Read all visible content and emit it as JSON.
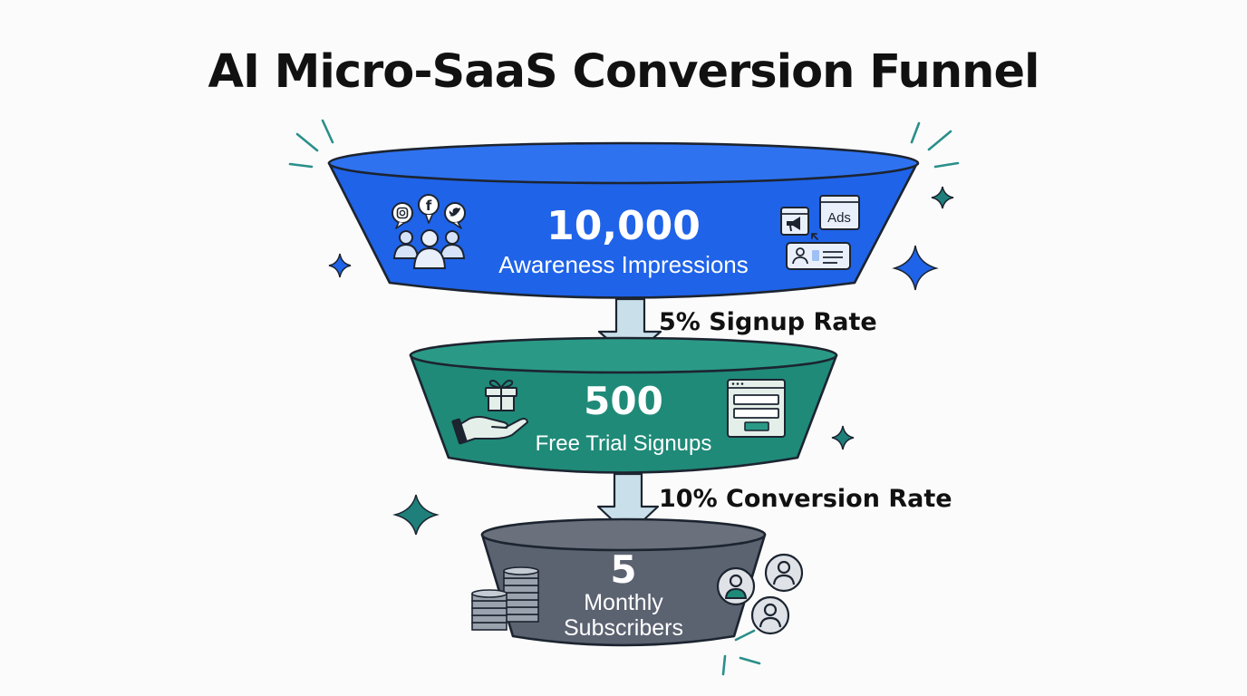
{
  "title": "AI Micro-SaaS Conversion Funnel",
  "stages": [
    {
      "value": "10,000",
      "label": "Awareness Impressions",
      "color": "#1f63e8",
      "rim": "#2f72f0"
    },
    {
      "value": "500",
      "label": "Free Trial Signups",
      "color": "#1f8a78",
      "rim": "#2a9a86"
    },
    {
      "value": "5",
      "label_line1": "Monthly",
      "label_line2": "Subscribers",
      "color": "#5b6270",
      "rim": "#6a717d"
    }
  ],
  "rates": [
    {
      "label": "5% Signup Rate"
    },
    {
      "label": "10% Conversion Rate"
    }
  ],
  "ads_label": "Ads",
  "icons": {
    "stage1_left": [
      "instagram-icon",
      "facebook-icon",
      "twitter-icon",
      "audience-group-icon"
    ],
    "stage1_right": [
      "ad-window-megaphone-icon",
      "ads-banner-icon",
      "profile-card-icon"
    ],
    "stage2_left": [
      "gift-hand-icon"
    ],
    "stage2_right": [
      "signup-form-icon"
    ],
    "stage3_left": [
      "coin-stacks-icon"
    ],
    "stage3_right": [
      "subscriber-avatar-icons"
    ]
  },
  "colors": {
    "arrow": "#c9dfe9",
    "sparkle": "#1f7f7a",
    "ink": "#1c2430"
  }
}
